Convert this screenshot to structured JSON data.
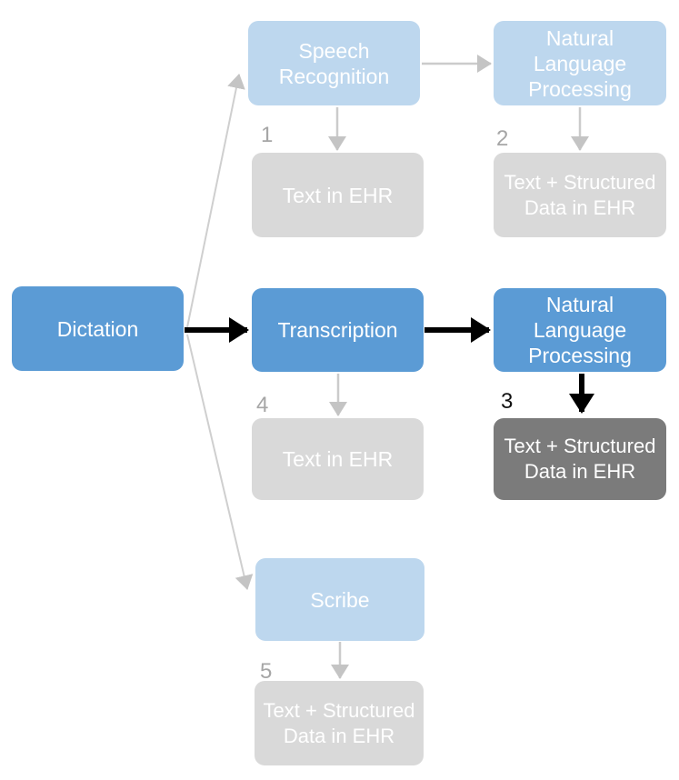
{
  "colors": {
    "active_blue": "#5B9BD5",
    "faded_blue": "#BDD7EE",
    "light_gray": "#D9D9D9",
    "dark_gray": "#7B7B7B",
    "arrow_gray": "#CBCBCB",
    "arrow_black": "#000000",
    "number_gray": "#A6A6A6",
    "number_black": "#111111",
    "node_text": "#FFFFFF"
  },
  "nodes": {
    "dictation": {
      "label": "Dictation",
      "state": "active"
    },
    "speech_recognition": {
      "label": "Speech\nRecognition",
      "state": "faded"
    },
    "nlp_faded": {
      "label": "Natural\nLanguage\nProcessing",
      "state": "faded"
    },
    "text_in_ehr_1": {
      "label": "Text in EHR",
      "state": "faded"
    },
    "text_structured_2": {
      "label": "Text + Structured\nData in EHR",
      "state": "faded"
    },
    "transcription": {
      "label": "Transcription",
      "state": "active"
    },
    "nlp_active": {
      "label": "Natural\nLanguage\nProcessing",
      "state": "active"
    },
    "text_in_ehr_4": {
      "label": "Text in EHR",
      "state": "faded"
    },
    "text_structured_3": {
      "label": "Text + Structured\nData in EHR",
      "state": "highlighted-result"
    },
    "scribe": {
      "label": "Scribe",
      "state": "faded"
    },
    "text_structured_5": {
      "label": "Text + Structured\nData in EHR",
      "state": "faded"
    }
  },
  "path_numbers": {
    "p1": "1",
    "p2": "2",
    "p3": "3",
    "p4": "4",
    "p5": "5"
  },
  "edges": [
    {
      "from": "dictation",
      "to": "speech_recognition",
      "style": "gray"
    },
    {
      "from": "dictation",
      "to": "transcription",
      "style": "black"
    },
    {
      "from": "dictation",
      "to": "scribe",
      "style": "gray"
    },
    {
      "from": "speech_recognition",
      "to": "nlp_faded",
      "style": "gray"
    },
    {
      "from": "speech_recognition",
      "to": "text_in_ehr_1",
      "style": "gray"
    },
    {
      "from": "nlp_faded",
      "to": "text_structured_2",
      "style": "gray"
    },
    {
      "from": "transcription",
      "to": "nlp_active",
      "style": "black"
    },
    {
      "from": "transcription",
      "to": "text_in_ehr_4",
      "style": "gray"
    },
    {
      "from": "nlp_active",
      "to": "text_structured_3",
      "style": "black"
    },
    {
      "from": "scribe",
      "to": "text_structured_5",
      "style": "gray"
    }
  ]
}
